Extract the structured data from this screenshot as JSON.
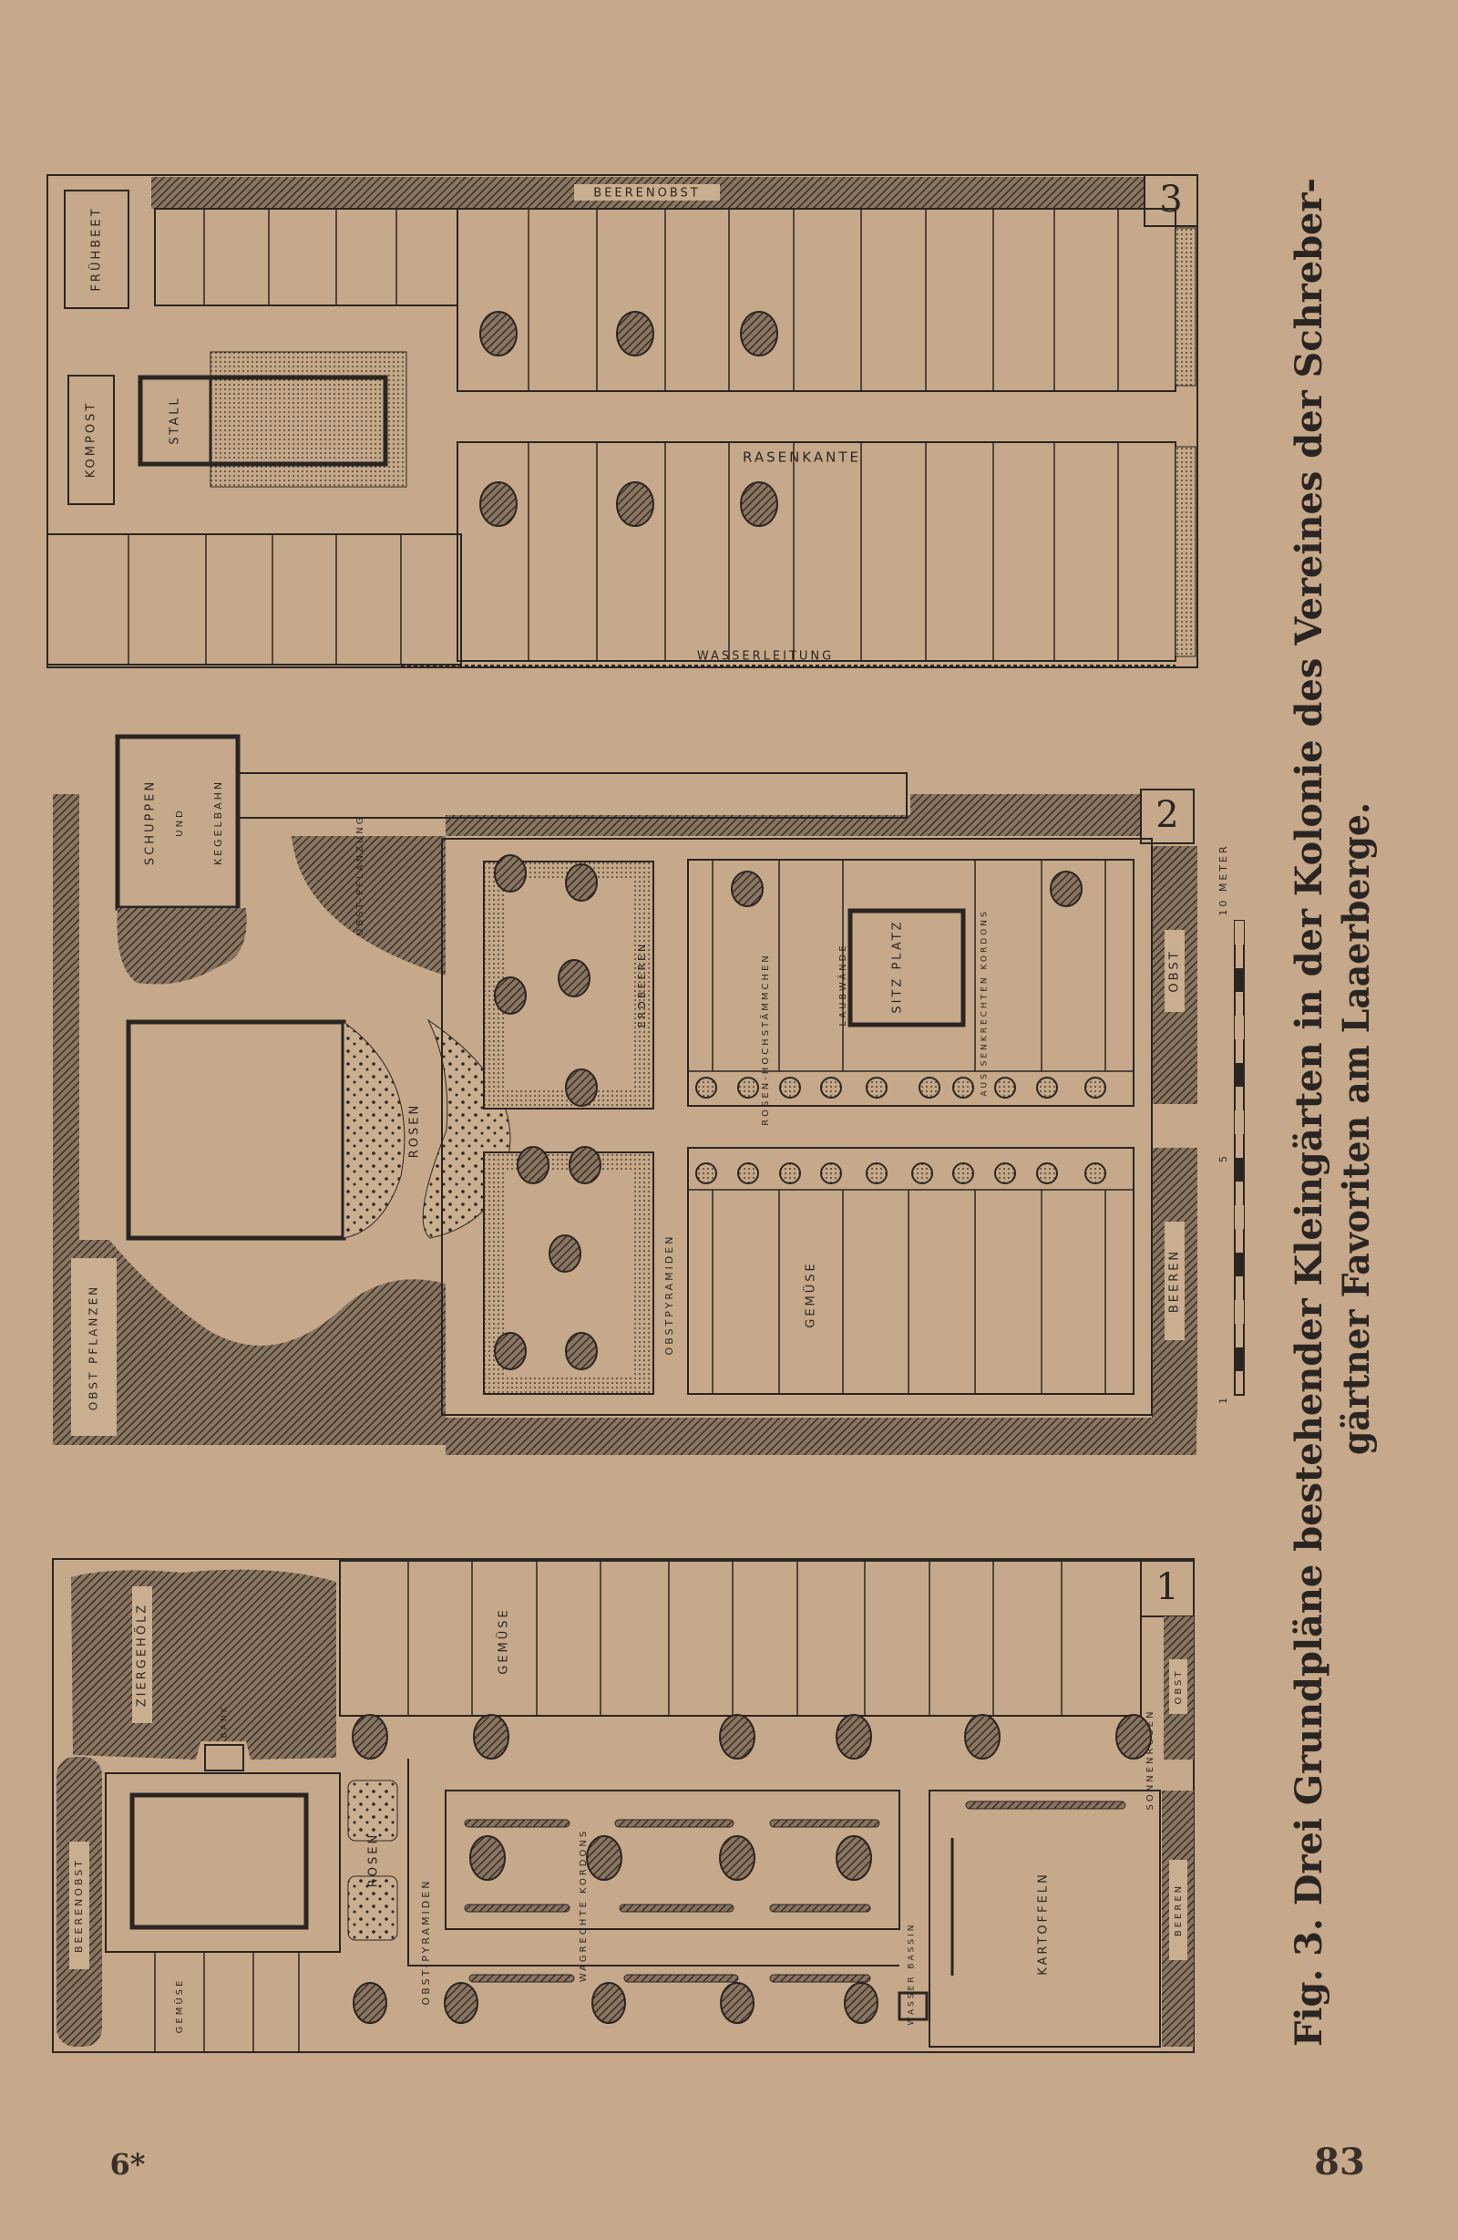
{
  "caption": {
    "line1": "Fig. 3. Drei Grundpläne bestehender Kleingärten in der Kolonie des Vereines der Schreber-",
    "line2": "gärtner Favoriten am Laaerberge."
  },
  "page": {
    "left_number": "6*",
    "right_number": "83"
  },
  "scale_bar": {
    "label_start": "1",
    "label_mid": "5",
    "label_end": "10 METER"
  },
  "plan3": {
    "number": "3",
    "labels": {
      "beerenobst": "BEERENOBST",
      "fruehbeet": "FRÜHBEET",
      "kompost": "KOMPOST",
      "stall": "STALL",
      "rasenkante": "RASENKANTE",
      "wasserleitung": "WASSERLEITUNG"
    }
  },
  "plan2": {
    "number": "2",
    "labels": {
      "schuppen": "SCHUPPEN",
      "und": "UND",
      "kegelbahn": "KEGELBAHN",
      "obstpflanzung": "OBST-PFLANZUNG",
      "obst_pflanzen": "OBST PFLANZEN",
      "rosen": "ROSEN",
      "erdbeeren": "ERDBEEREN",
      "obstpyramiden": "OBSTPYRAMIDEN",
      "rosen_hochstaemmchen": "ROSEN-HOCHSTÄMMCHEN",
      "laubwaende": "LAUBWÄNDE",
      "sitzplatz": "SITZ PLATZ",
      "aus_kordons": "AUS SENKRECHTEN KORDONS",
      "gemuese": "GEMÜSE",
      "obst": "OBST",
      "beeren": "BEEREN"
    }
  },
  "plan1": {
    "number": "1",
    "labels": {
      "ziergehoelz": "ZIERGEHÖLZ",
      "bank": "BANK",
      "beerenobst": "BEERENOBST",
      "gemuese_top": "GEMÜSE",
      "gemuese_small": "GEMÜSE",
      "rosen": "ROSEN",
      "obstpyramiden": "OBST-PYRAMIDEN",
      "wagrechte_kordons": "WAGRECHTE KORDONS",
      "wasserbassin": "WASSER BASSIN",
      "kartoffeln": "KARTOFFELN",
      "sonnenrosen": "SONNENROSEN",
      "obst": "OBST",
      "beeren": "BEEREN"
    }
  }
}
